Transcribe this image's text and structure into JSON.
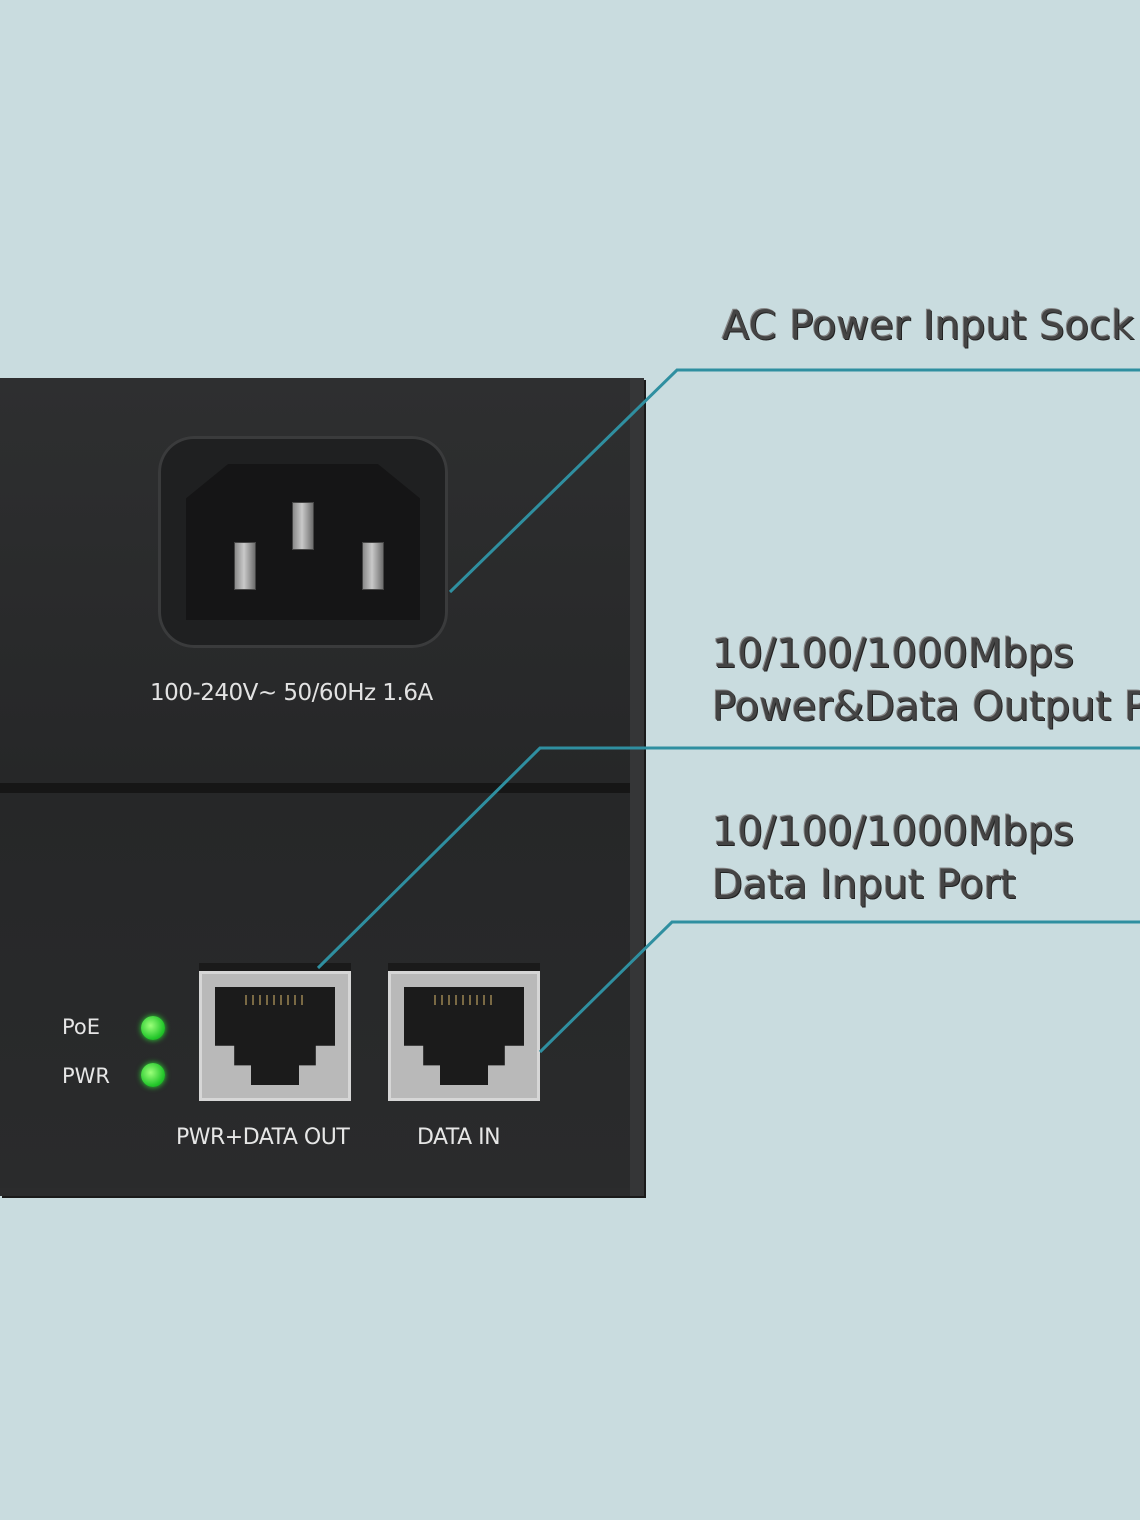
{
  "device": {
    "power_rating": "100-240V~ 50/60Hz 1.6A",
    "leds": [
      {
        "label": "PoE",
        "color": "#2ed13a"
      },
      {
        "label": "PWR",
        "color": "#2ed13a"
      }
    ],
    "ports": [
      {
        "label": "PWR+DATA OUT"
      },
      {
        "label": "DATA IN"
      }
    ]
  },
  "callouts": {
    "ac_socket": "AC Power Input Sock",
    "output_port": {
      "line1": "10/100/1000Mbps",
      "line2": "Power&Data Output P"
    },
    "input_port": {
      "line1": "10/100/1000Mbps",
      "line2": "Data Input Port"
    }
  },
  "colors": {
    "background": "#c9dcdf",
    "device_body": "#2b2c2d",
    "leader_line": "#2f8fa0"
  }
}
